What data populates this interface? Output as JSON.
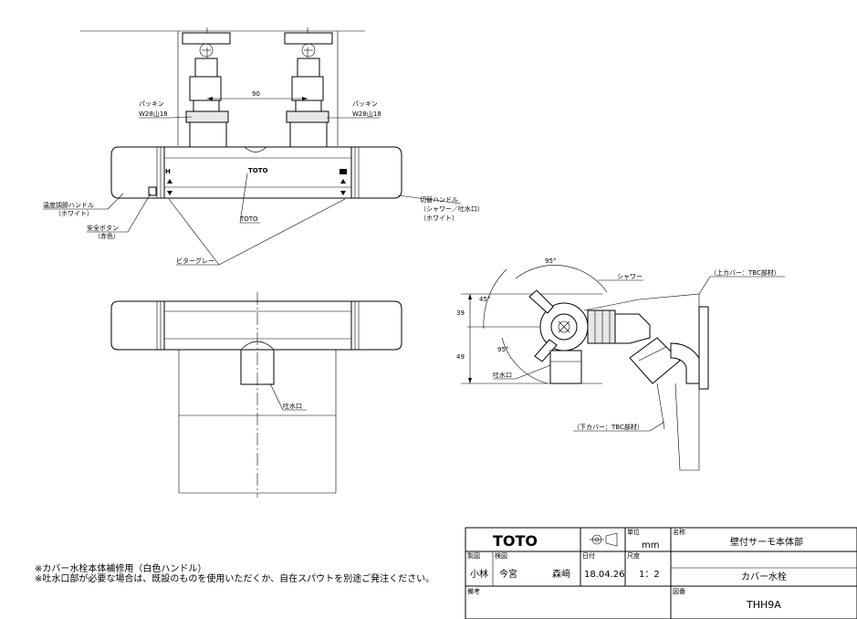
{
  "front_view": {
    "dim_90": "90",
    "packing_left": "パッキン",
    "thread_left": "W28山18",
    "packing_right": "パッキン",
    "thread_right": "W28山18",
    "temp_handle_label": "温度調節ハンドル",
    "temp_handle_color": "（ホワイト）",
    "safety_button_label": "安全ボタン",
    "safety_button_color": "（赤色）",
    "switch_handle_label": "切替ハンドル",
    "switch_handle_sub": "（シャワー／吐水口）",
    "switch_handle_color": "（ホワイト）",
    "brand_mark": "TOTO",
    "brand_callout": "TOTO",
    "bitter_gray": "ビターグレー",
    "h_mark": "H"
  },
  "bottom_view": {
    "spout_label": "吐水口"
  },
  "side_view": {
    "angle_top": "95°",
    "angle_upper": "45°",
    "angle_lower": "95°",
    "shower_label": "シャワー",
    "dim_39": "39",
    "dim_49": "49",
    "spout_label": "吐水口",
    "upper_cover": "（上カバー：TBC部材）",
    "lower_cover": "（下カバー：TBC部材）"
  },
  "notes": [
    "※カバー水栓本体補修用（白色ハンドル）",
    "※吐水口部が必要な場合は、既設のものを使用いただくか、自在スパウトを別途ご発注ください。"
  ],
  "title_block": {
    "logo": "TOTO",
    "unit_label": "単位",
    "unit_value": "mm",
    "name_label": "名称",
    "name_value": "壁付サーモ本体部",
    "drafted_label": "製図",
    "drafted_value": "小林",
    "checked_label": "検図",
    "checked_value_1": "今宮",
    "checked_value_2": "森﨑",
    "date_label": "日付",
    "date_value": "18.04.26",
    "scale_label": "尺度",
    "scale_value": "1：2",
    "product_value": "カバー水栓",
    "remarks_label": "備考",
    "drawing_no_label": "図番",
    "drawing_no_value": "THH9A"
  }
}
